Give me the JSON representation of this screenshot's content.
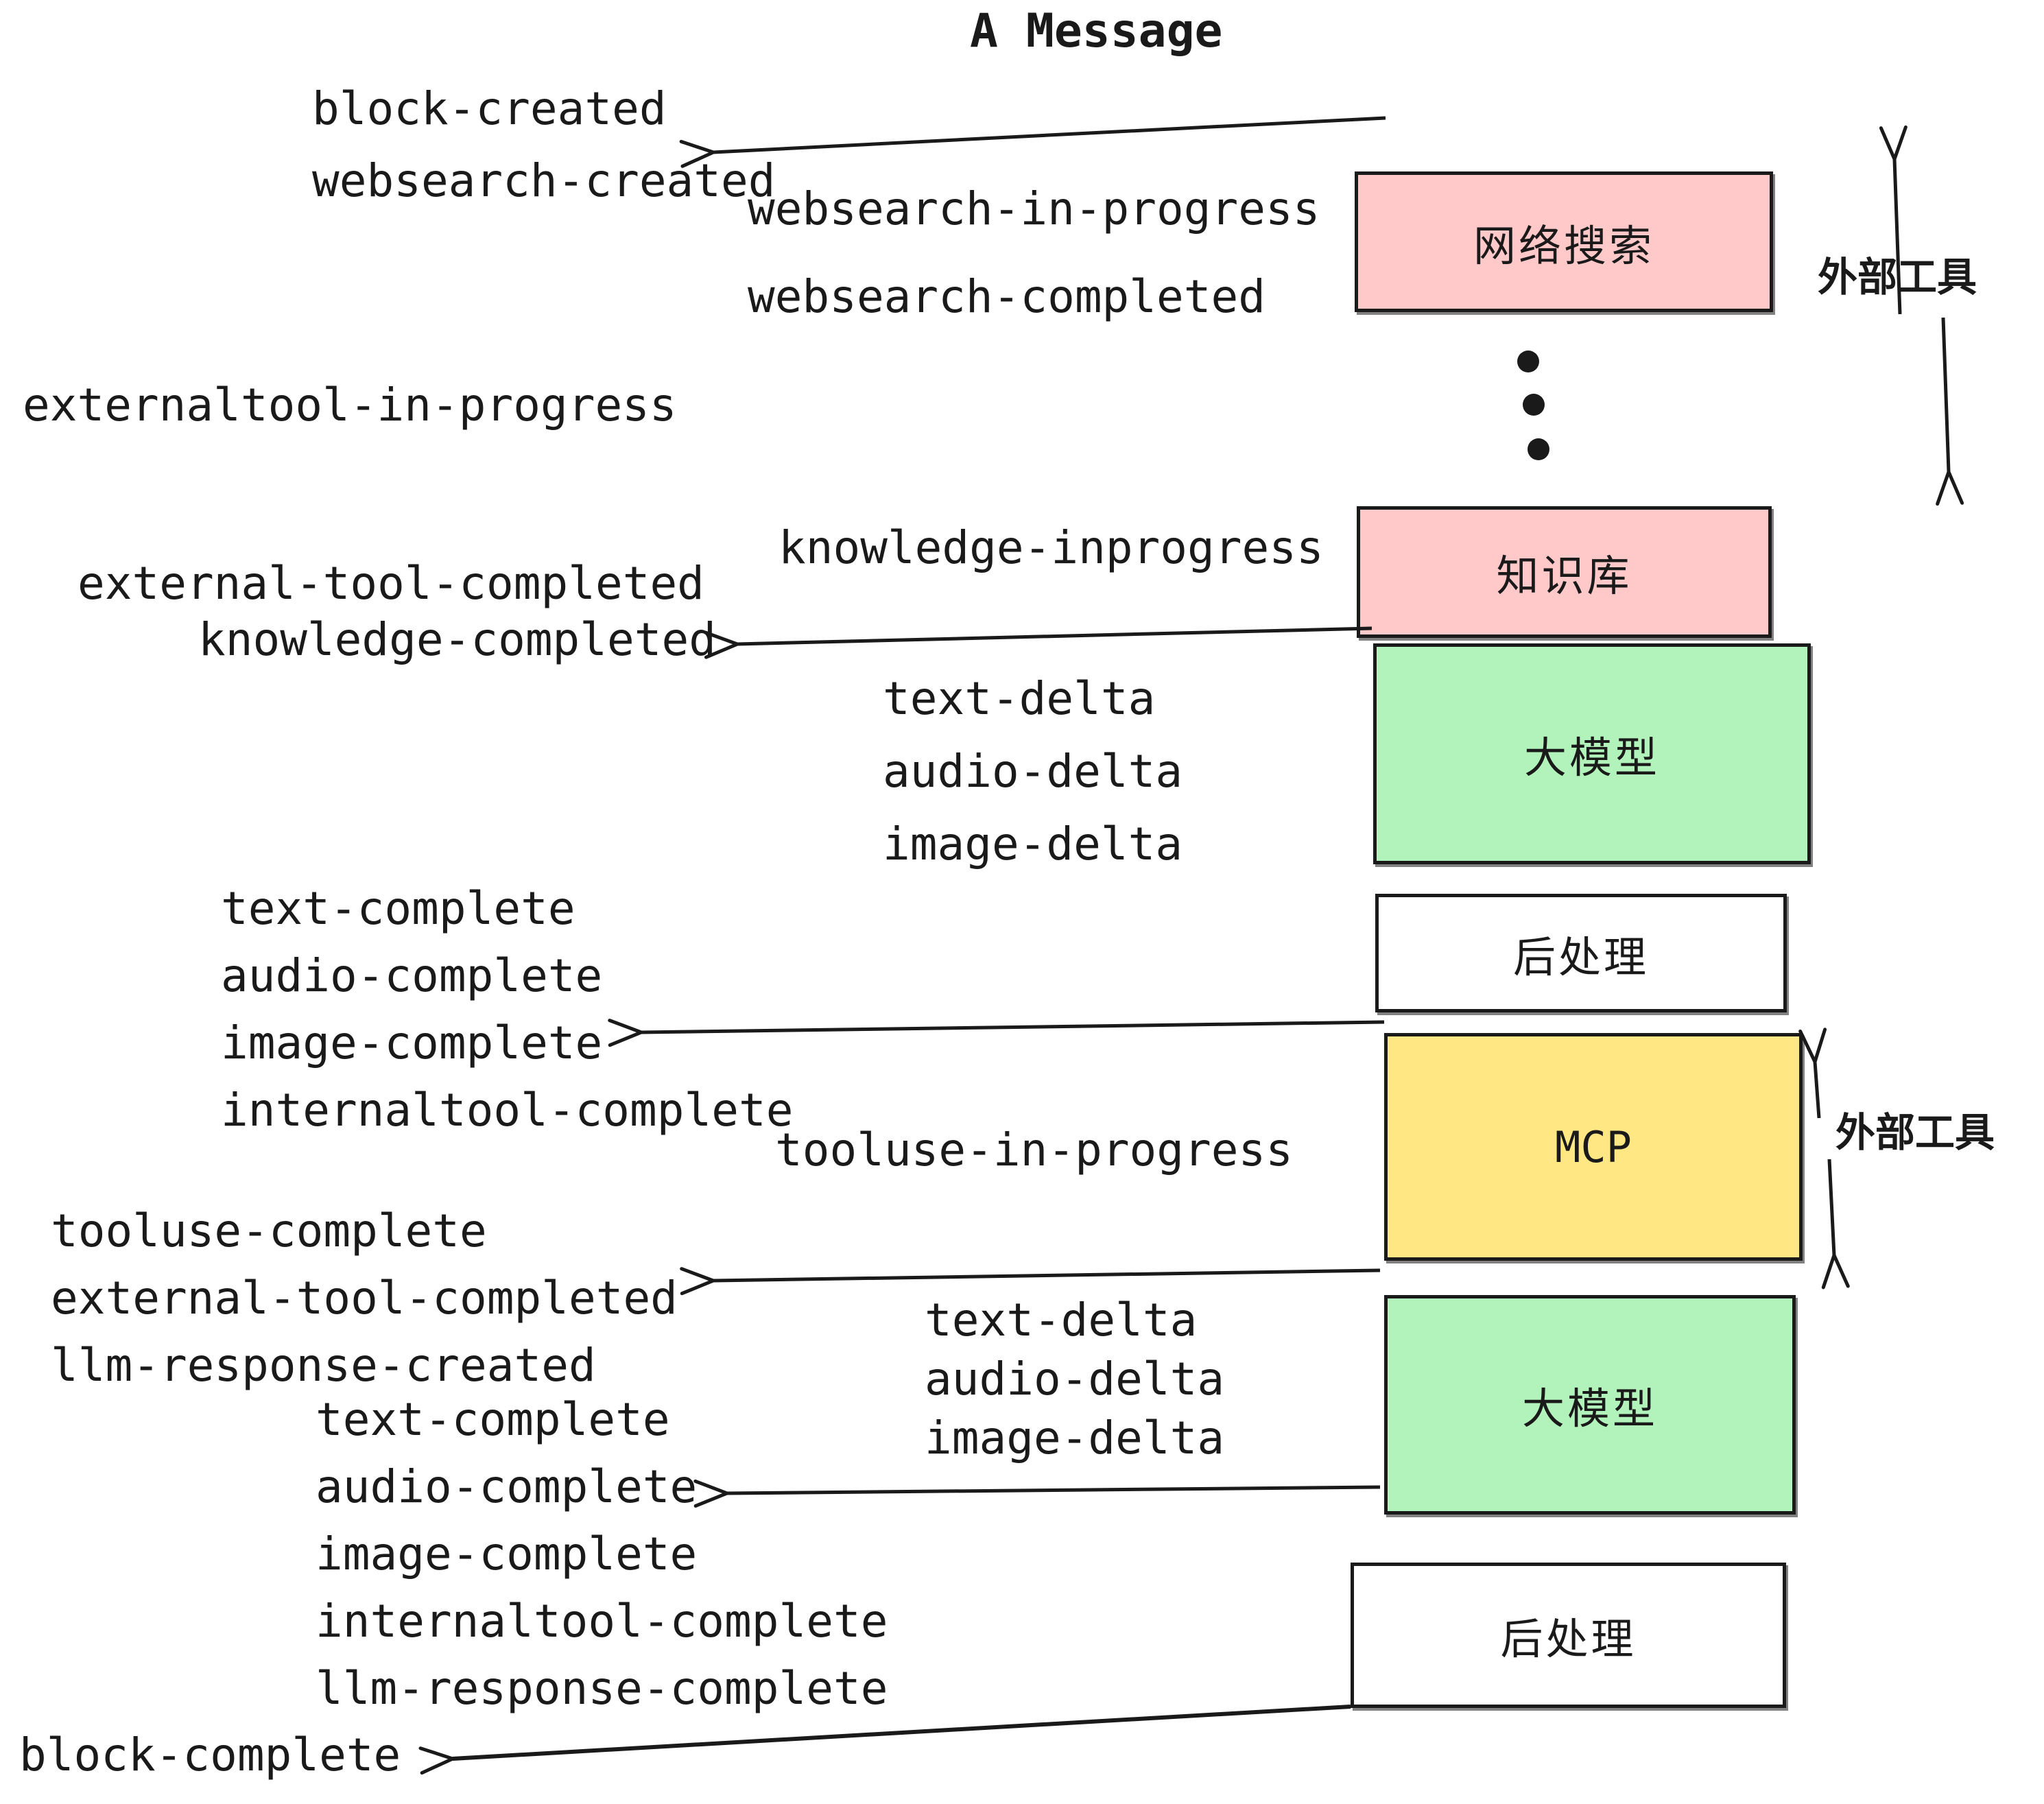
{
  "title": "A Message",
  "colors": {
    "pink": "#ffc9c9",
    "green": "#b2f2bb",
    "yellow": "#ffe784",
    "white": "#ffffff",
    "ink": "#1a1a1a"
  },
  "boxes": [
    {
      "id": "websearch",
      "label": "网络搜索",
      "fill": "#ffc9c9"
    },
    {
      "id": "knowledge",
      "label": "知识库",
      "fill": "#ffc9c9"
    },
    {
      "id": "llm1",
      "label": "大模型",
      "fill": "#b2f2bb"
    },
    {
      "id": "post1",
      "label": "后处理",
      "fill": "#ffffff"
    },
    {
      "id": "mcp",
      "label": "MCP",
      "fill": "#ffe784"
    },
    {
      "id": "llm2",
      "label": "大模型",
      "fill": "#b2f2bb"
    },
    {
      "id": "post2",
      "label": "后处理",
      "fill": "#ffffff"
    }
  ],
  "groups": {
    "start": [
      "block-created",
      "websearch-created"
    ],
    "websearch_events": [
      "websearch-in-progress",
      "websearch-completed"
    ],
    "externaltool": [
      "externaltool-in-progress"
    ],
    "knowledge_events": [
      "knowledge-inprogress"
    ],
    "knowledge_done": [
      "external-tool-completed",
      "knowledge-completed"
    ],
    "deltas1": [
      "text-delta",
      "audio-delta",
      "image-delta"
    ],
    "completes1": [
      "text-complete",
      "audio-complete",
      "image-complete",
      "internaltool-complete"
    ],
    "tooluse": [
      "tooluse-in-progress"
    ],
    "tooluse_done": [
      "tooluse-complete",
      "external-tool-completed",
      "llm-response-created"
    ],
    "deltas2": [
      "text-delta",
      "audio-delta",
      "image-delta"
    ],
    "completes2": [
      "text-complete",
      "audio-complete",
      "image-complete",
      "internaltool-complete",
      "llm-response-complete"
    ],
    "end": [
      "block-complete"
    ]
  },
  "annotations": {
    "external_tools_top": "外部工具",
    "external_tools_mcp": "外部工具"
  }
}
